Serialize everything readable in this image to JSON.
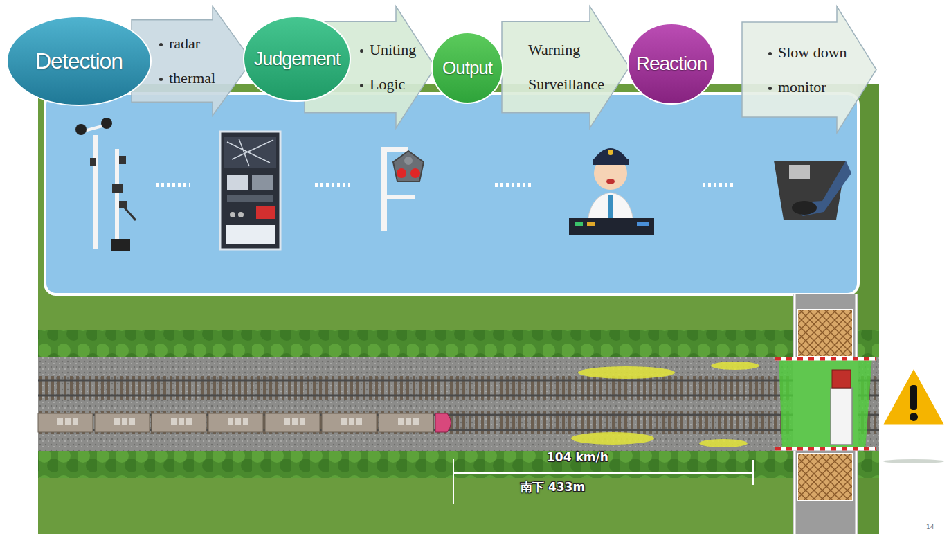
{
  "diagram": {
    "nodes": [
      {
        "text": [
          "Detection"
        ]
      },
      {
        "text": [
          "radar",
          "thermal"
        ]
      },
      {
        "text": [
          "Judgement"
        ]
      },
      {
        "text": [
          "Uniting",
          "Logic"
        ]
      },
      {
        "text": [
          "Output"
        ]
      },
      {
        "text": [
          "Warning",
          "Surveillance"
        ]
      },
      {
        "text": [
          "Reaction"
        ]
      },
      {
        "text": [
          "Slow down",
          "monitor"
        ]
      }
    ],
    "labels": [
      "104 km/h",
      "南下 433m",
      "14"
    ]
  }
}
